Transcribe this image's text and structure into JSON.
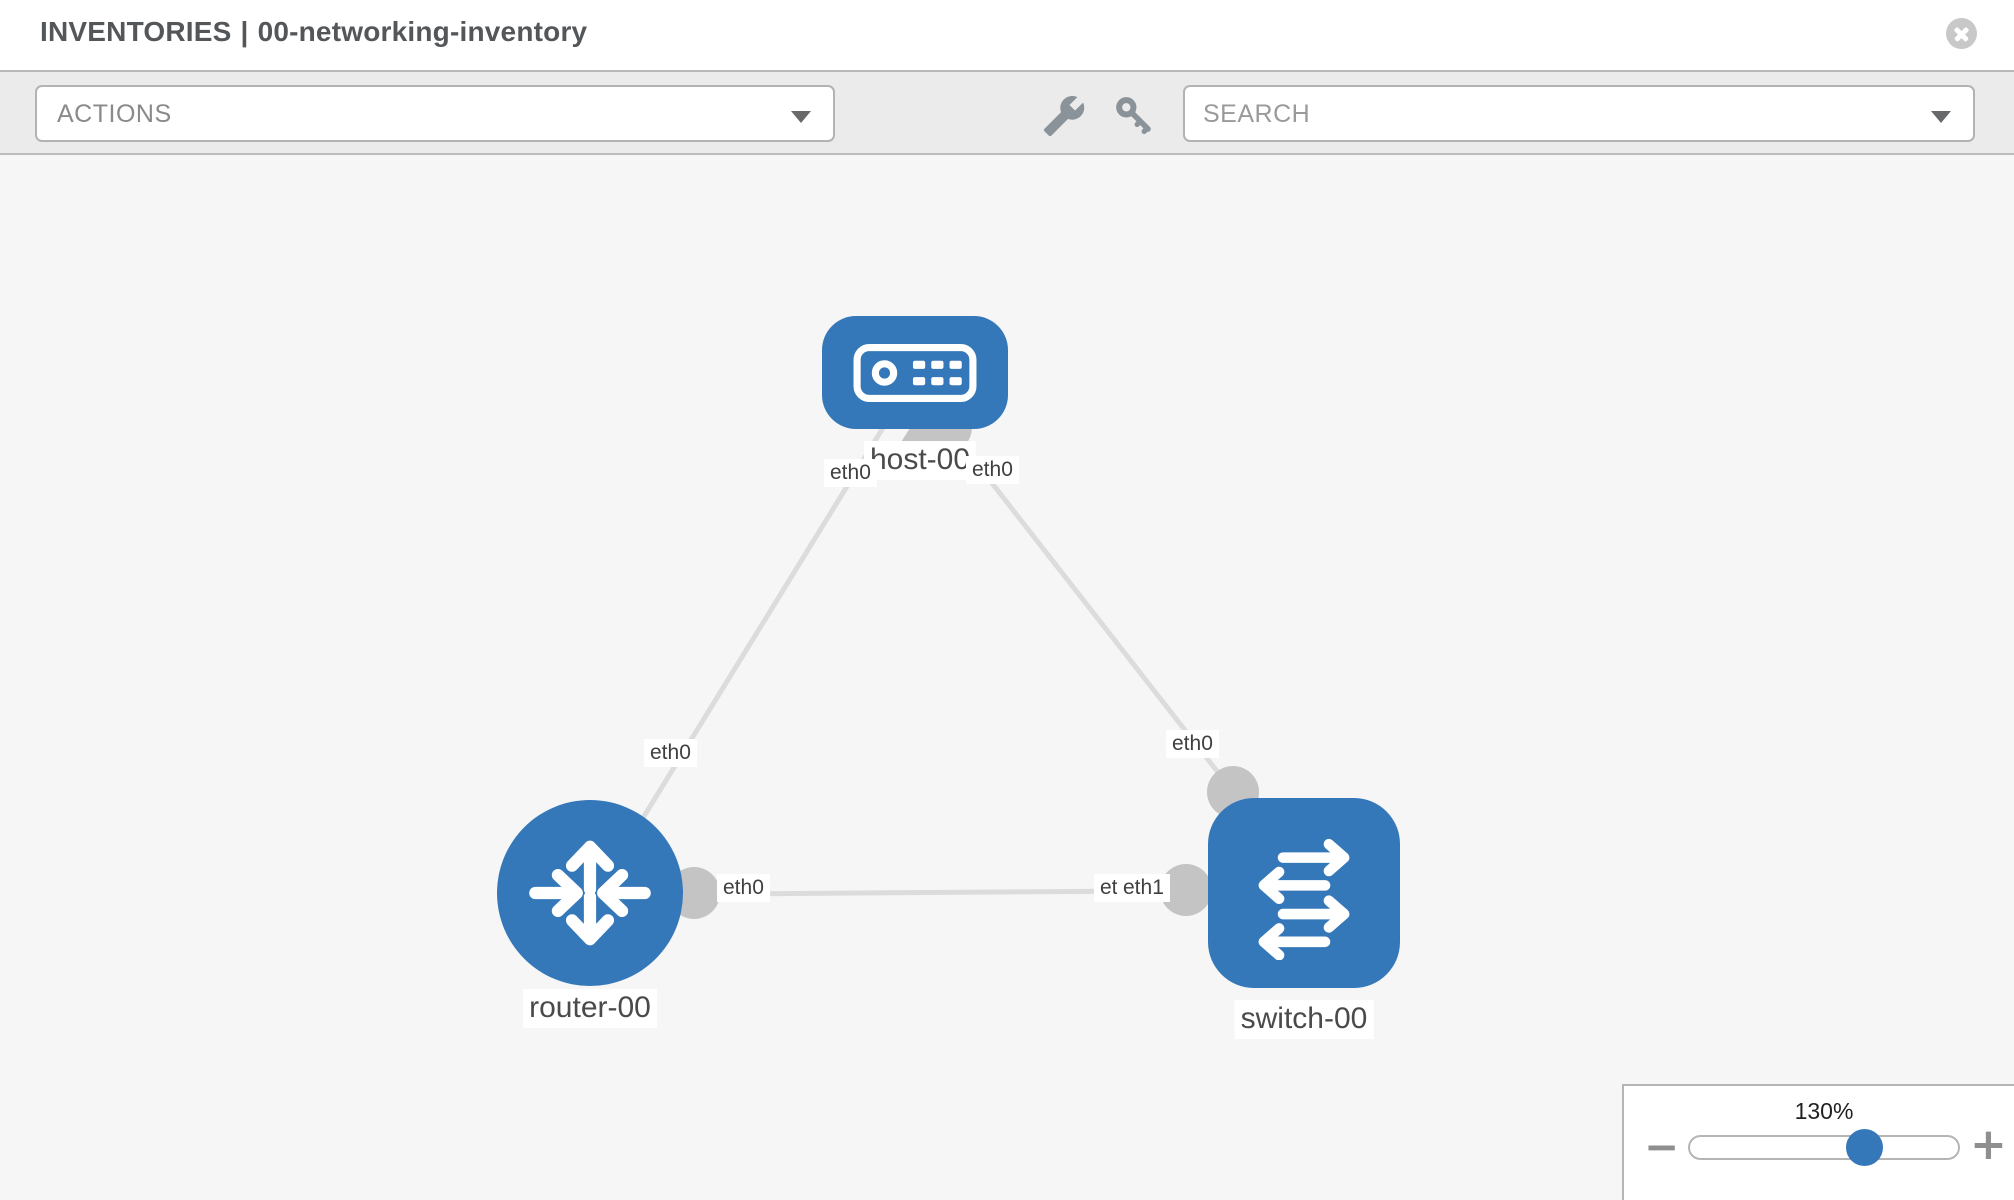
{
  "header": {
    "title_prefix": "INVENTORIES",
    "title_separator": "|",
    "title_name": "00-networking-inventory"
  },
  "toolbar": {
    "actions_label": "ACTIONS",
    "search_placeholder": "SEARCH",
    "icon_names": [
      "wrench-icon",
      "key-icon"
    ]
  },
  "topology": {
    "nodes": [
      {
        "id": "host-00",
        "type": "host",
        "label": "host-00"
      },
      {
        "id": "router-00",
        "type": "router",
        "label": "router-00"
      },
      {
        "id": "switch-00",
        "type": "switch",
        "label": "switch-00"
      }
    ],
    "links": [
      {
        "from": "host-00",
        "from_interface": "eth0",
        "to": "router-00",
        "to_interface": "eth0"
      },
      {
        "from": "host-00",
        "from_interface": "eth0",
        "to": "switch-00",
        "to_interface": "eth0"
      },
      {
        "from": "router-00",
        "from_interface": "eth0",
        "to": "switch-00",
        "to_interface": "eth1",
        "occluded_interface": "eth0"
      }
    ]
  },
  "interface_labels": {
    "l1_host_end": "eth0",
    "l1_router_end": "eth0",
    "l2_host_end": "eth0",
    "l2_switch_end": "eth0",
    "l3_router_end": "eth0",
    "l3_switch_under": "eth0",
    "l3_switch_top": "eth1"
  },
  "zoom_control": {
    "level": "130%",
    "minus": "−",
    "plus": "+"
  },
  "colors": {
    "node_blue": "#3578b9",
    "link_gray": "#dcdcdc",
    "endpoint_gray": "#c4c4c4",
    "canvas_bg": "#f6f6f6",
    "toolbar_bg": "#ebebeb"
  }
}
